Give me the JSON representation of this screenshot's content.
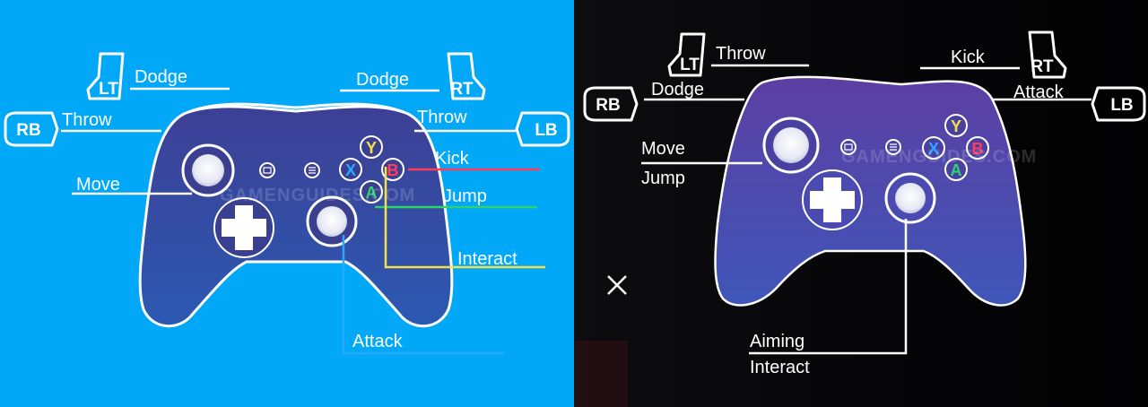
{
  "left_panel": {
    "watermark": "GAMENGUIDES.COM",
    "buttons": {
      "lt": "LT",
      "rt": "RT",
      "rb": "RB",
      "lb": "LB"
    },
    "face_buttons": {
      "y": "Y",
      "x": "X",
      "b": "B",
      "a": "A"
    },
    "labels": {
      "dodge_left": "Dodge",
      "dodge_right": "Dodge",
      "throw_left": "Throw",
      "throw_right": "Throw",
      "move": "Move",
      "kick": "Kick",
      "jump": "Jump",
      "interact": "Interact",
      "attack": "Attack"
    }
  },
  "right_panel": {
    "watermark": "GAMENGUIDES.COM",
    "buttons": {
      "lt": "LT",
      "rt": "RT",
      "rb": "RB",
      "lb": "LB"
    },
    "face_buttons": {
      "y": "Y",
      "x": "X",
      "b": "B",
      "a": "A"
    },
    "labels": {
      "throw": "Throw",
      "kick": "Kick",
      "dodge": "Dodge",
      "attack": "Attack",
      "move": "Move",
      "jump": "Jump",
      "aiming": "Aiming",
      "interact": "Interact"
    }
  },
  "colors": {
    "left_background": "#00a8f7",
    "right_background": "#050507",
    "y_button": "#f4e04d",
    "x_button": "#2aa8ff",
    "b_button": "#ff3d5a",
    "a_button": "#2dd36f",
    "kick_line": "#ff3d5a",
    "jump_line": "#2dd36f",
    "interact_line": "#f4e04d",
    "attack_line": "#2aa8ff"
  }
}
